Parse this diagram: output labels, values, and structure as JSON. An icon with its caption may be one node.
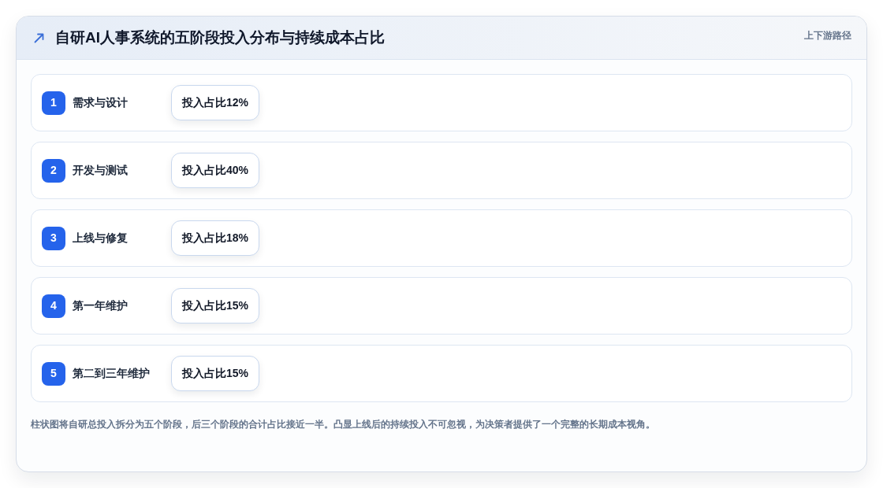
{
  "diagram": {
    "title": "自研AI人事系统的五阶段投入分布与持续成本占比",
    "caption": "柱状图将自研总投入拆分为五个阶段，后三个阶段的合计占比接近一半。凸显上线后的持续投入不可忽视，为决策者提供了一个完整的长期成本视角。",
    "nodes": [
      {
        "text": [
          "需求与设计"
        ]
      },
      {
        "text": [
          "1"
        ],
        "in": 0
      },
      {
        "text": [
          "投入占比12%"
        ],
        "in": 0
      },
      {
        "text": [
          "开发与测试"
        ]
      },
      {
        "text": [
          "2"
        ],
        "in": 3
      },
      {
        "text": [
          "投入占比40%"
        ],
        "in": 3
      },
      {
        "text": [
          "上线与修复"
        ]
      },
      {
        "text": [
          "3"
        ],
        "in": 6
      },
      {
        "text": [
          "投入占比18%"
        ],
        "in": 6
      },
      {
        "text": [
          "第一年维护"
        ]
      },
      {
        "text": [
          "4"
        ],
        "in": 9
      },
      {
        "text": [
          "投入占比15%"
        ],
        "in": 9
      },
      {
        "text": [
          "第二到三年维护"
        ]
      },
      {
        "text": [
          "5"
        ],
        "in": 12
      },
      {
        "text": [
          "投入占比15%"
        ],
        "in": 12
      }
    ],
    "labels": [
      "上下游路径"
    ]
  }
}
